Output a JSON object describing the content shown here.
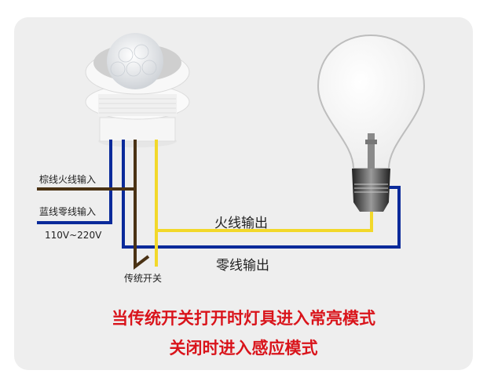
{
  "labels": {
    "brown_input": "棕线火线输入",
    "blue_input": "蓝线零线输入",
    "voltage": "110V~220V",
    "switch": "传统开关",
    "live_output": "火线输出",
    "neutral_output": "零线输出"
  },
  "captions": {
    "line1": "当传统开关打开时灯具进入常亮模式",
    "line2": "关闭时进入感应模式"
  },
  "colors": {
    "brown_wire": "#4a3214",
    "blue_wire": "#0a2a9a",
    "yellow_wire": "#f2d82a",
    "caption": "#d9141b",
    "panel": "#eeeeee"
  }
}
